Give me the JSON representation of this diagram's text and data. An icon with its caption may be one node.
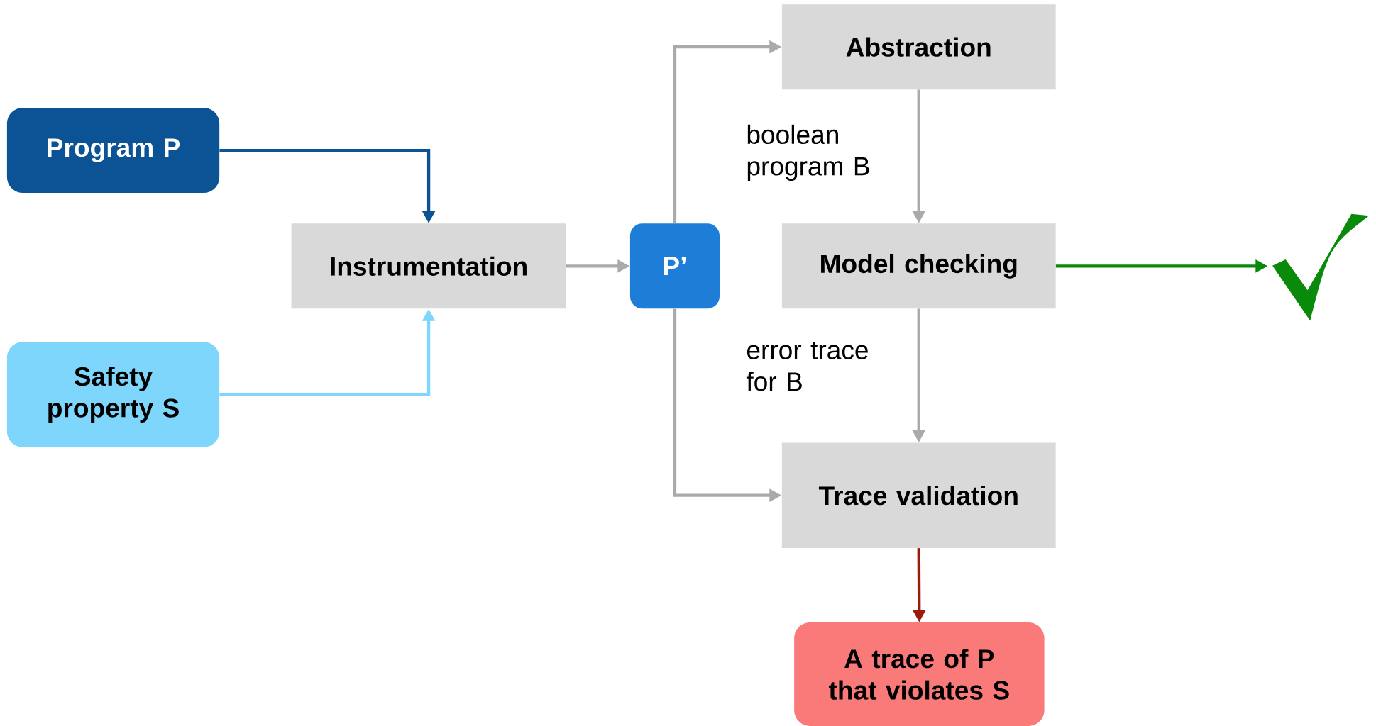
{
  "diagram": {
    "nodes": [
      {
        "text": [
          "Program P"
        ]
      },
      {
        "text": [
          "Safety property S"
        ]
      },
      {
        "text": [
          "Instrumentation"
        ]
      },
      {
        "text": [
          "P’"
        ]
      },
      {
        "text": [
          "Abstraction"
        ]
      },
      {
        "text": [
          "Model checking"
        ]
      },
      {
        "text": [
          "Trace validation"
        ]
      },
      {
        "text": [
          "A trace of P that violates S"
        ]
      },
      {
        "text": [],
        "shape": "checkmark"
      }
    ],
    "edges": [
      {
        "from": 0,
        "to": 2,
        "arrow": "to",
        "color": "#0b5394"
      },
      {
        "from": 1,
        "to": 2,
        "arrow": "to",
        "color": "#7fd6fc"
      },
      {
        "from": 2,
        "to": 3,
        "arrow": "to"
      },
      {
        "from": 3,
        "to": 4,
        "arrow": "to"
      },
      {
        "from": 3,
        "to": 6,
        "arrow": "to"
      },
      {
        "from": 4,
        "to": 5,
        "arrow": "to",
        "label": "boolean program B"
      },
      {
        "from": 5,
        "to": 6,
        "arrow": "to",
        "label": "error trace for B"
      },
      {
        "from": 5,
        "to": 8,
        "arrow": "to",
        "color": "#0a8a0a"
      },
      {
        "from": 6,
        "to": 7,
        "arrow": "to",
        "color": "#9b1a0a"
      }
    ]
  }
}
